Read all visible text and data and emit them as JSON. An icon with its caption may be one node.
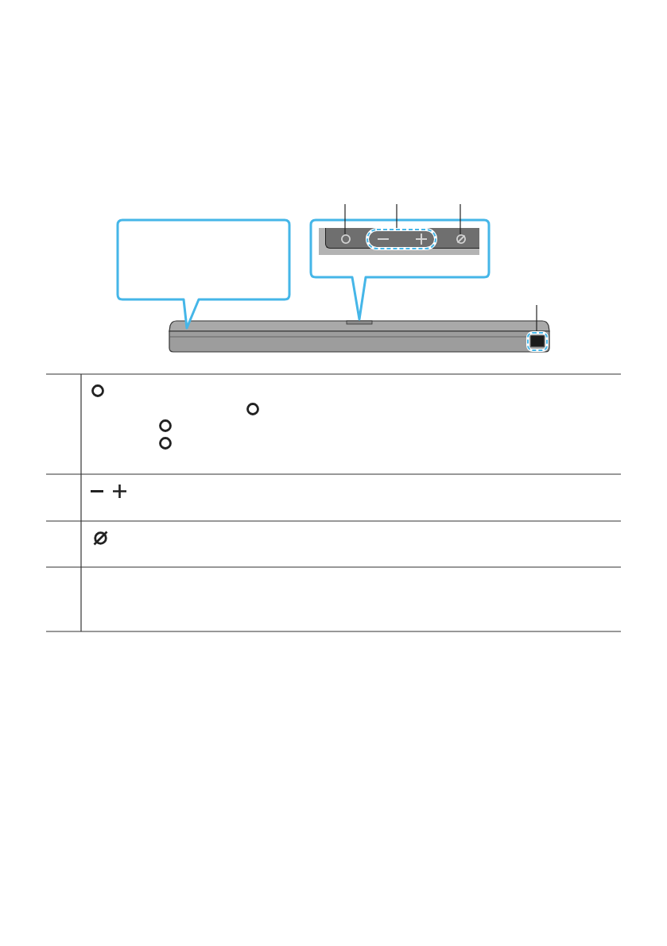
{
  "diagram": {
    "nodes": [
      {
        "text": [],
        "shape": "callout"
      },
      {
        "text": [],
        "shape": "callout"
      },
      {
        "text": [],
        "shape": "circle",
        "in": 1
      },
      {
        "text": [],
        "shape": "box",
        "in": 1
      },
      {
        "text": [],
        "shape": "circle",
        "in": 1
      },
      {
        "text": [],
        "shape": "box"
      }
    ],
    "edges": [
      {
        "from": null,
        "to": 2,
        "arrow": "none"
      },
      {
        "from": null,
        "to": 3,
        "arrow": "none"
      },
      {
        "from": null,
        "to": 4,
        "arrow": "none"
      },
      {
        "from": null,
        "to": 5,
        "arrow": "none"
      }
    ]
  }
}
